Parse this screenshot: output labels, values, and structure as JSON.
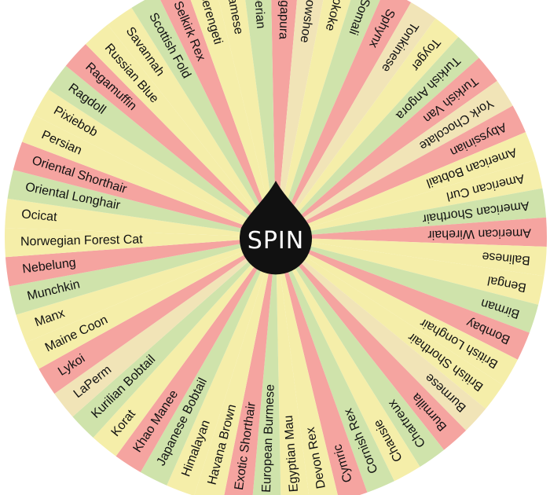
{
  "spin_button": {
    "label": "SPIN",
    "color": "#111111"
  },
  "wheel": {
    "colors": [
      "#f5a4a0",
      "#f1e4b7",
      "#cfe3ab",
      "#f5eea9"
    ],
    "labels": [
      "Singapura",
      "Snowshoe",
      "Sokoke",
      "Somali",
      "Sphynx",
      "Tonkinese",
      "Toyger",
      "Turkish Angora",
      "Turkish Van",
      "York Chocolate",
      "Abyssinian",
      "American Bobtail",
      "American Curl",
      "American Shorthair",
      "American Wirehair",
      "Balinese",
      "Bengal",
      "Birman",
      "Bombay",
      "British Longhair",
      "British Shorthair",
      "Burmese",
      "Burmilla",
      "Chartreux",
      "Chausie",
      "Cornish Rex",
      "Cymric",
      "Devon Rex",
      "Egyptian Mau",
      "European Burmese",
      "Exotic Shorthair",
      "Havana Brown",
      "Himalayan",
      "Japanese Bobtail",
      "Khao Manee",
      "Korat",
      "Kurilian Bobtail",
      "LaPerm",
      "Lykoi",
      "Maine Coon",
      "Manx",
      "Munchkin",
      "Nebelung",
      "Norwegian Forest Cat",
      "Ocicat",
      "Oriental Longhair",
      "Oriental Shorthair",
      "Persian",
      "Pixiebob",
      "Ragdoll",
      "Ragamuffin",
      "Russian Blue",
      "Savannah",
      "Scottish Fold",
      "Selkirk Rex",
      "Serengeti",
      "Siamese",
      "Siberian"
    ],
    "slice_colors": [
      "red",
      "yellow",
      "yellow",
      "green",
      "red",
      "yellow",
      "yellow",
      "green",
      "red",
      "yellow",
      "red",
      "yellow",
      "yellow",
      "green",
      "red",
      "yellow",
      "yellow",
      "green",
      "red",
      "yellow",
      "yellow",
      "yellow",
      "red",
      "green",
      "yellow",
      "green",
      "red",
      "yellow",
      "yellow",
      "green",
      "red",
      "yellow",
      "yellow",
      "green",
      "red",
      "yellow",
      "green",
      "yellow",
      "red",
      "yellow",
      "yellow",
      "green",
      "red",
      "yellow",
      "yellow",
      "green",
      "red",
      "yellow",
      "yellow",
      "green",
      "red",
      "yellow",
      "yellow",
      "green",
      "red",
      "yellow",
      "yellow",
      "green"
    ]
  }
}
